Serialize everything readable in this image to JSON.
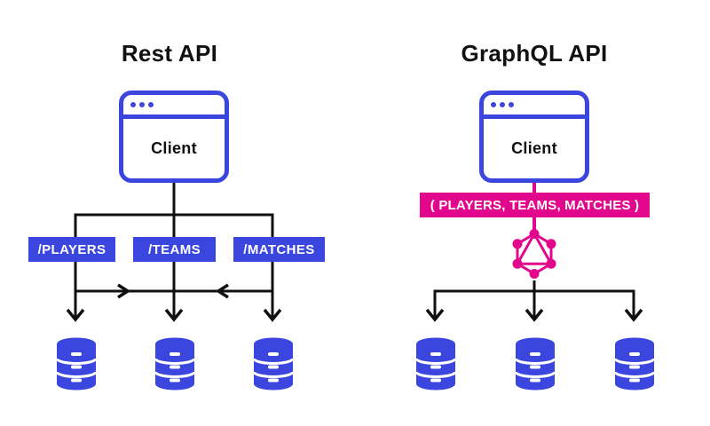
{
  "colors": {
    "blue": "#3B46DE",
    "magenta": "#E2068C",
    "line": "#101010",
    "heading": "#111111"
  },
  "rest": {
    "title": "Rest API",
    "client_label": "Client",
    "endpoints": [
      {
        "label": "/PLAYERS"
      },
      {
        "label": "/TEAMS"
      },
      {
        "label": "/MATCHES"
      }
    ],
    "database_count": 3
  },
  "graphql": {
    "title": "GraphQL API",
    "client_label": "Client",
    "query_label": "( PLAYERS, TEAMS, MATCHES )",
    "database_count": 3
  },
  "icons": {
    "client_window": "browser-window-icon",
    "window_dots": "window-control-dots-icon",
    "database": "database-icon",
    "graphql_logo": "graphql-logo-icon",
    "arrow": "arrow-down-icon"
  }
}
